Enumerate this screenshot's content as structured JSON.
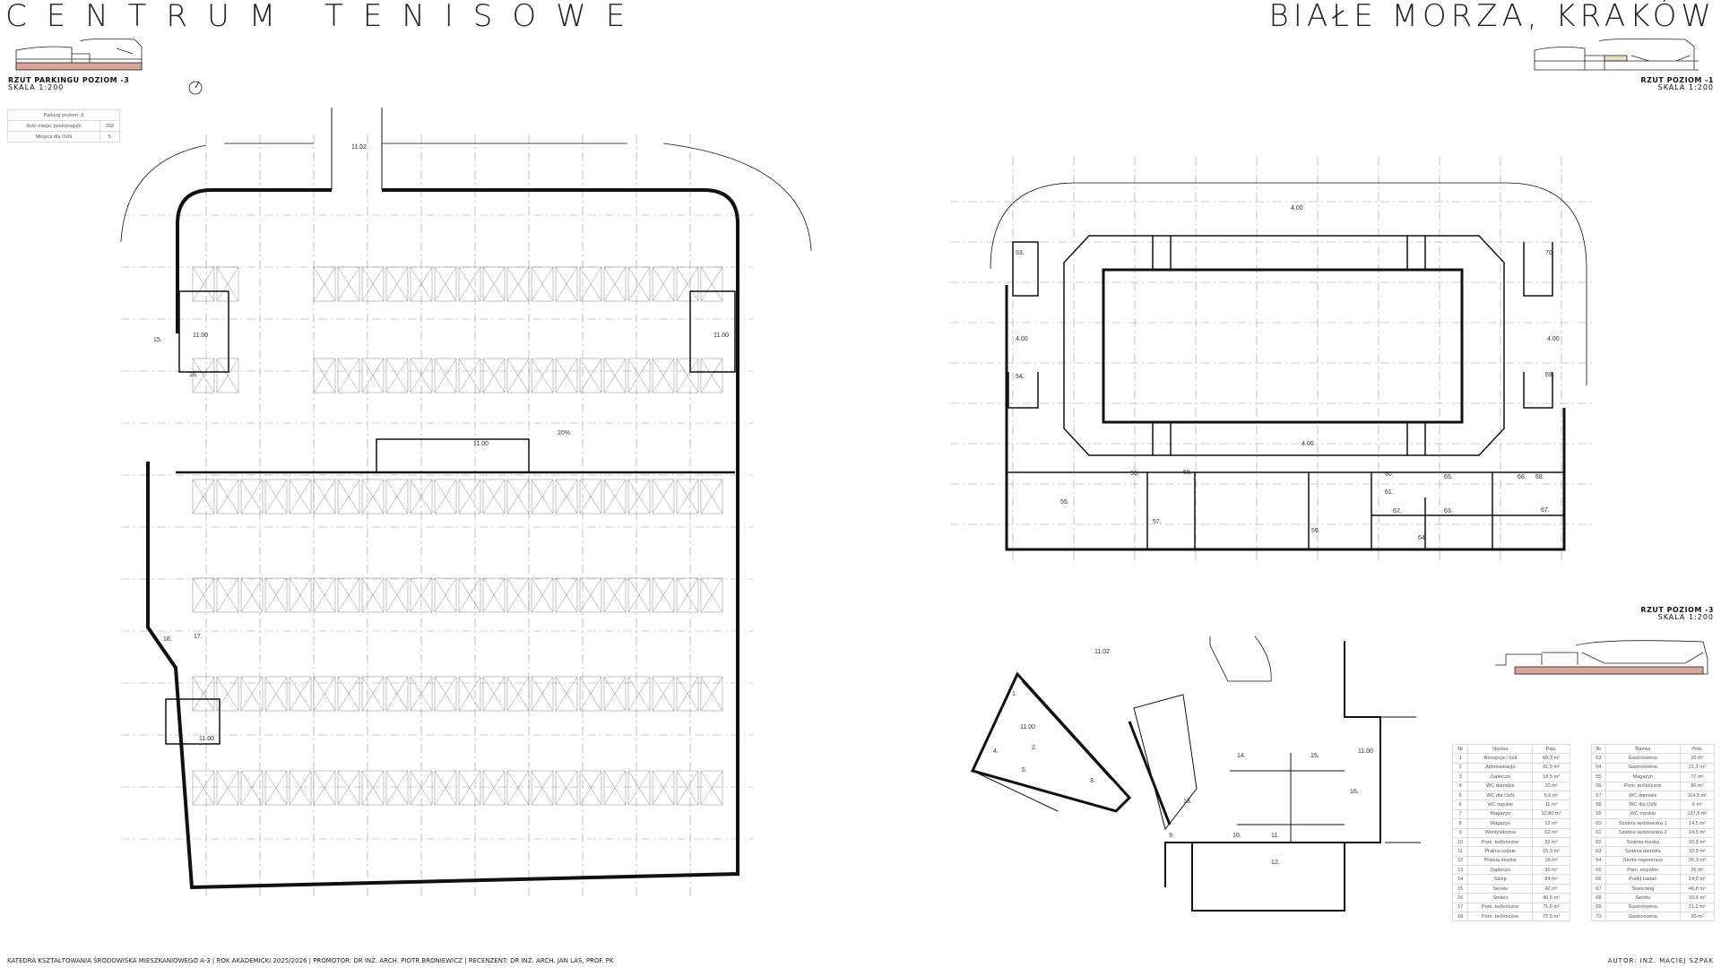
{
  "header": {
    "title_left": "CENTRUM TENISOWE",
    "title_right": "BIAŁE MORZA, KRAKÓW"
  },
  "captions": {
    "parking": {
      "title": "RZUT PARKINGU POZIOM -3",
      "scale": "SKALA 1:200"
    },
    "level_minus1": {
      "title": "RZUT POZIOM -1",
      "scale": "SKALA 1:200"
    },
    "level_minus3": {
      "title": "RZUT POZIOM -3",
      "scale": "SKALA 1:200"
    }
  },
  "parking_table": {
    "header": "Parking poziom -3",
    "rows": [
      [
        "Ilość miejsc postojowych",
        "162"
      ],
      [
        "Miejsca dla OzN",
        "5"
      ]
    ]
  },
  "parking_plan": {
    "labels": [
      "15.",
      "16.",
      "17.",
      "18.",
      "11.00",
      "11.00",
      "11.00",
      "11.00",
      "11.02",
      "20%"
    ]
  },
  "level_minus1_plan": {
    "labels": [
      "53.",
      "54.",
      "55.",
      "56.",
      "57.",
      "58.",
      "59.",
      "60.",
      "61.",
      "62.",
      "63.",
      "64.",
      "65.",
      "66.",
      "67.",
      "68.",
      "69.",
      "70.",
      "4.00",
      "4.00",
      "4.00",
      "4.00"
    ]
  },
  "level_minus3_plan": {
    "labels": [
      "1.",
      "2.",
      "3.",
      "4.",
      "5.",
      "9.",
      "10.",
      "11.",
      "12.",
      "13.",
      "14.",
      "15.",
      "16.",
      "11.00",
      "11.00",
      "11.02"
    ]
  },
  "rooms_table": {
    "headers": [
      "Nr",
      "Nazwa",
      "Pow."
    ],
    "left": [
      [
        "1",
        "Recepcja / hall",
        "69,3 m²"
      ],
      [
        "2",
        "Administracja",
        "91,5 m²"
      ],
      [
        "3",
        "Zaplecze",
        "18,5 m²"
      ],
      [
        "4",
        "WC damskie",
        "10 m²"
      ],
      [
        "5",
        "WC dla OzN",
        "5,6 m²"
      ],
      [
        "6",
        "WC męskie",
        "11 m²"
      ],
      [
        "7",
        "Magazyn",
        "12,80 m²"
      ],
      [
        "8",
        "Magazyn",
        "12 m²"
      ],
      [
        "9",
        "Wentylatornia",
        "62 m²"
      ],
      [
        "10",
        "Pom. techniczne",
        "32 m²"
      ],
      [
        "11",
        "Pralnia czyste",
        "15,9 m²"
      ],
      [
        "12",
        "Pralnia brudne",
        "16 m²"
      ],
      [
        "13",
        "Zaplecze",
        "30 m²"
      ],
      [
        "14",
        "Sklep",
        "84 m²"
      ],
      [
        "15",
        "Serwis",
        "42 m²"
      ],
      [
        "16",
        "Śmieci",
        "40,5 m²"
      ],
      [
        "17",
        "Pom. techniczne",
        "71,6 m²"
      ],
      [
        "18",
        "Pom. techniczne",
        "72,5 m²"
      ]
    ],
    "right": [
      [
        "53",
        "Gastronomia",
        "20 m²"
      ],
      [
        "54",
        "Gastronomia",
        "21,2 m²"
      ],
      [
        "55",
        "Magazyn",
        "77 m²"
      ],
      [
        "56",
        "Pom. techniczne",
        "86 m²"
      ],
      [
        "57",
        "WC damskie",
        "114,5 m²"
      ],
      [
        "58",
        "WC dla OzN",
        "6 m²"
      ],
      [
        "59",
        "WC męskie",
        "137,5 m²"
      ],
      [
        "60",
        "Szatnia sędziowska 1",
        "14,5 m²"
      ],
      [
        "61",
        "Szatnia sędziowska 2",
        "14,5 m²"
      ],
      [
        "62",
        "Szatnia męska",
        "32,3 m²"
      ],
      [
        "63",
        "Szatnia damska",
        "32,3 m²"
      ],
      [
        "64",
        "Strefa regeneracji",
        "26,3 m²"
      ],
      [
        "65",
        "Pom. wspólne",
        "26 m²"
      ],
      [
        "66",
        "Punkt badań",
        "14,5 m²"
      ],
      [
        "67",
        "Stretching",
        "46,8 m²"
      ],
      [
        "68",
        "Serwis",
        "10,6 m²"
      ],
      [
        "69",
        "Gastronomia",
        "21,2 m²"
      ],
      [
        "70",
        "Gastronomia",
        "20 m²"
      ]
    ]
  },
  "footer": {
    "left": "KATEDRA KSZTAŁTOWANIA ŚRODOWISKA MIESZKANIOWEGO A-3 | ROK AKADEMICKI 2025/2026 | PROMOTOR: DR INŻ. ARCH. PIOTR BRONIEWICZ | RECENZENT: DR INŻ. ARCH. JAN LAŚ, PROF. PK",
    "right": "AUTOR: INŻ. MACIEJ SZPAK"
  },
  "colors": {
    "ink": "#111111",
    "section_fill_parking": "#d9a49a",
    "section_fill_level": "#e8e0c0"
  }
}
